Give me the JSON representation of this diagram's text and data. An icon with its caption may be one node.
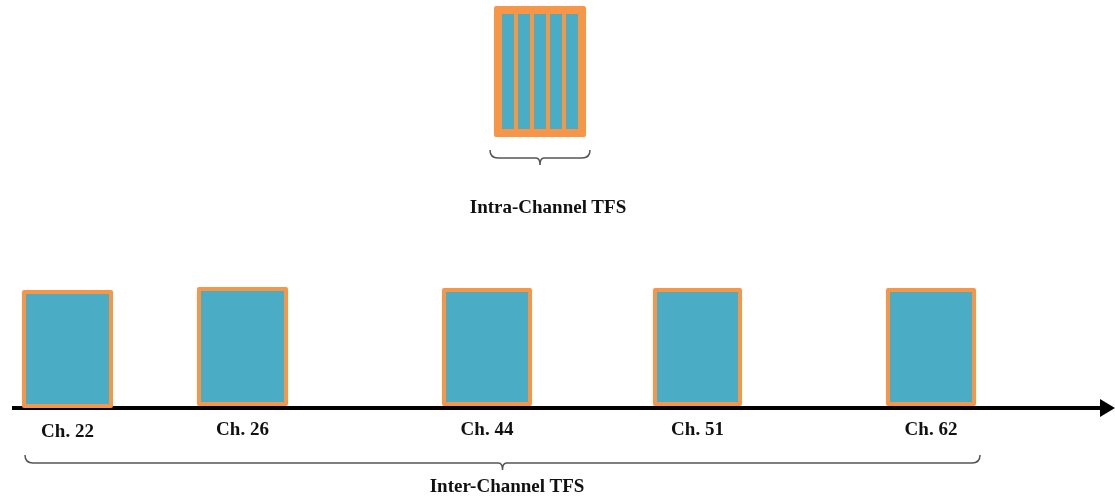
{
  "diagram": {
    "nodes": [
      {
        "text": [],
        "shape": "box"
      },
      {
        "text": [],
        "shape": "box",
        "beside": [
          "Ch. 22"
        ]
      },
      {
        "text": [],
        "shape": "box",
        "beside": [
          "Ch. 26"
        ]
      },
      {
        "text": [],
        "shape": "box",
        "beside": [
          "Ch. 44"
        ]
      },
      {
        "text": [],
        "shape": "box",
        "beside": [
          "Ch. 51"
        ]
      },
      {
        "text": [],
        "shape": "box",
        "beside": [
          "Ch. 62"
        ]
      }
    ],
    "labels": [
      "Intra-Channel TFS",
      "Inter-Channel TFS"
    ]
  }
}
